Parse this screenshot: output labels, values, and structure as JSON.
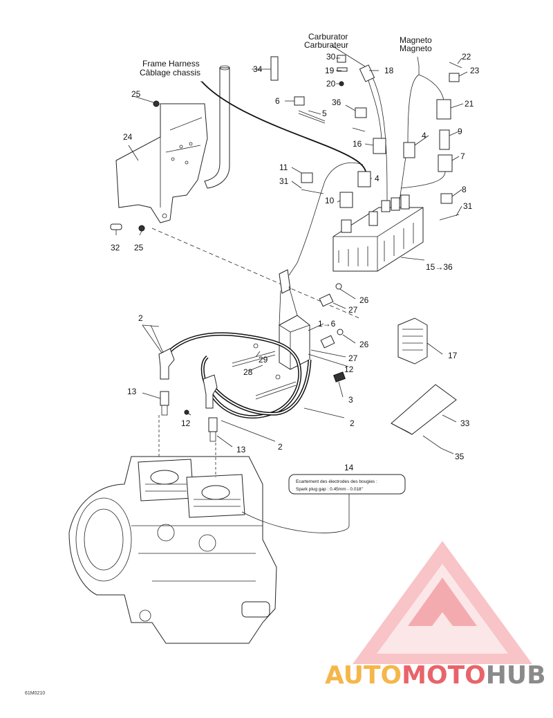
{
  "labels": {
    "frame_harness_en": "Frame Harness",
    "frame_harness_fr": "Câblage chassis",
    "carburator_en": "Carburator",
    "carburator_fr": "Carburateur",
    "magneto_en": "Magneto",
    "magneto_fr": "Magneto"
  },
  "callouts": {
    "c1_6": "1→6",
    "c2a": "2",
    "c2b": "2",
    "c2c": "2",
    "c3": "3",
    "c4a": "4",
    "c4b": "4",
    "c5": "5",
    "c6": "6",
    "c7": "7",
    "c8": "8",
    "c9": "9",
    "c10": "10",
    "c11": "11",
    "c12a": "12",
    "c12b": "12",
    "c13a": "13",
    "c13b": "13",
    "c14": "14",
    "c15_36": "15→36",
    "c16": "16",
    "c17": "17",
    "c18": "18",
    "c19": "19",
    "c20": "20",
    "c21": "21",
    "c22": "22",
    "c23": "23",
    "c24": "24",
    "c25a": "25",
    "c25b": "25",
    "c26a": "26",
    "c26b": "26",
    "c27a": "27",
    "c27b": "27",
    "c28": "28",
    "c29": "29",
    "c30": "30",
    "c31a": "31",
    "c31b": "31",
    "c32": "32",
    "c33": "33",
    "c34": "34",
    "c35": "35",
    "c36": "36"
  },
  "note": {
    "line1": "Ecartement des électrodes des bougies :",
    "line2": "Spark plug gap :   0.45mm - 0.018\""
  },
  "reference": "61M0210",
  "watermark": {
    "part1": "AUTO",
    "part2": "MOTO",
    "part3": "HUB",
    "colors": {
      "auto": "#f5b64a",
      "moto": "#e8646b",
      "hub": "#8a8a8a",
      "logo": "#ef7f86"
    }
  }
}
